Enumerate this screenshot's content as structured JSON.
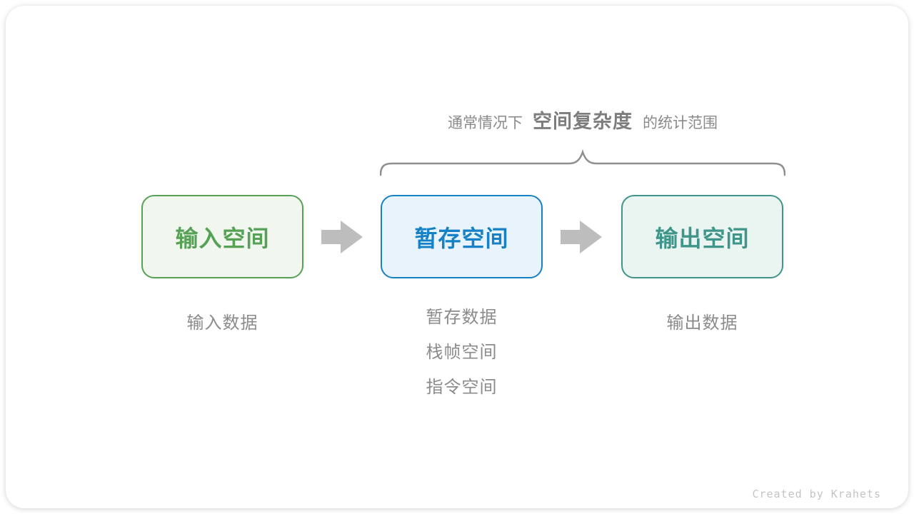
{
  "caption": {
    "prefix": "通常情况下",
    "emphasis": "空间复杂度",
    "suffix": "的统计范围"
  },
  "boxes": [
    {
      "id": "input",
      "label": "输入空间"
    },
    {
      "id": "buffer",
      "label": "暂存空间"
    },
    {
      "id": "output",
      "label": "输出空间"
    }
  ],
  "annotations": {
    "input": "输入数据",
    "buffer": [
      "暂存数据",
      "栈帧空间",
      "指令空间"
    ],
    "output": "输出数据"
  },
  "footer": {
    "credit": "Created by Krahets"
  },
  "colors": {
    "input_accent": "#56a156",
    "input_fill": "#f1f7ee",
    "buffer_accent": "#1781c6",
    "buffer_fill": "#e9f3fc",
    "output_accent": "#3f9589",
    "output_fill": "#eaf5f1",
    "arrow": "#bdbdbd",
    "brace": "#8f8f8f",
    "caption_text": "#8a8a8a",
    "caption_emphasis_text": "#7d7d7d",
    "annotation_text": "#8b8b8b",
    "footer_text": "#c4c4c4"
  }
}
